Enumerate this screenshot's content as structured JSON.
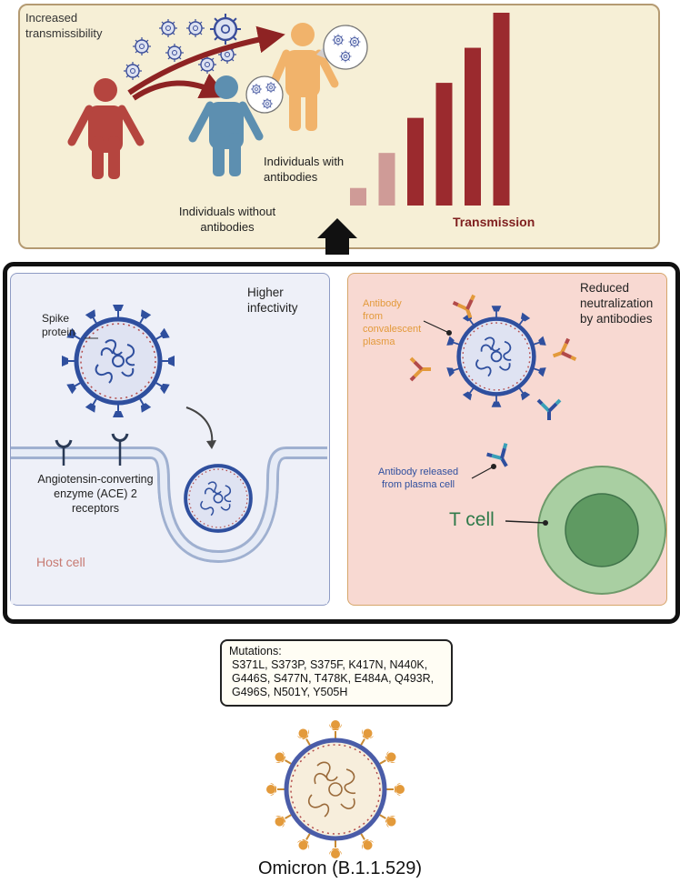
{
  "top": {
    "increased": "Increased\ntransmissibility",
    "with_antibodies": "Individuals with\nantibodies",
    "without_antibodies": "Individuals without\nantibodies",
    "transmission": "Transmission"
  },
  "chart_data": {
    "type": "bar",
    "values": [
      1,
      3,
      5,
      7,
      9,
      11
    ],
    "colors": [
      "#cf9b97",
      "#cf9b97",
      "#9b2a2e",
      "#9b2a2e",
      "#9b2a2e",
      "#9b2a2e"
    ],
    "xlabel": "Transmission"
  },
  "left": {
    "higher": "Higher\ninfectivity",
    "spike": "Spike\nprotein",
    "ace2": "Angiotensin-converting\nenzyme (ACE) 2\nreceptors",
    "host": "Host cell"
  },
  "right": {
    "reduced": "Reduced\nneutralization\nby antibodies",
    "convalescent": "Antibody\nfrom\nconvalescent\nplasma",
    "plasma_cell": "Antibody released\nfrom plasma cell",
    "tcell": "T cell"
  },
  "mutations": {
    "title": "Mutations:",
    "list": "S371L, S373P, S375F, K417N, N440K,\nG446S, S477N, T478K, E484A, Q493R,\nG496S, N501Y, Y505H"
  },
  "omicron": "Omicron (B.1.1.529)",
  "colors": {
    "person_red": "#b5453f",
    "person_blue": "#5d8fb0",
    "person_orange": "#f1b36b",
    "virus_blue": "#2f4f9e",
    "omicron_orange": "#e39a3b",
    "tcell_green": "#2f7a4a"
  }
}
